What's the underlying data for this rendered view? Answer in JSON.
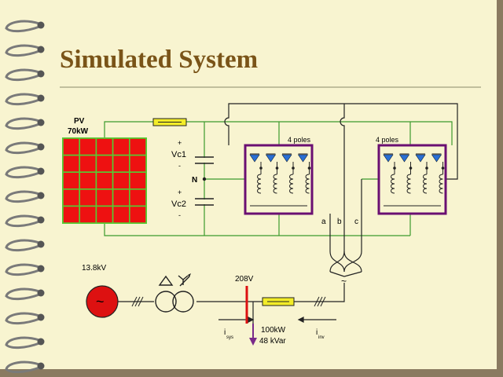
{
  "slide": {
    "title": "Simulated System",
    "colors": {
      "background": "#f8f4d0",
      "title": "#7a5418",
      "wire_green": "#3c9a2c",
      "wire_black": "#222222",
      "inverter_box": "#6a0f72",
      "pv_cell": "#ee1111",
      "generator": "#dd1111",
      "fuse": "#f2ec28",
      "current_arrow": "#7a2a8a"
    }
  },
  "pv": {
    "label_line1": "PV",
    "label_line2": "70kW"
  },
  "dc_bus": {
    "vc1_plus": "+",
    "vc1": "Vc1",
    "vc1_minus": "-",
    "neutral": "N",
    "vc2_plus": "+",
    "vc2": "Vc2",
    "vc2_minus": "-"
  },
  "inverters": [
    {
      "label": "4 poles"
    },
    {
      "label": "4 poles"
    }
  ],
  "phases": {
    "a": "a",
    "b": "b",
    "c": "c"
  },
  "ac_source": {
    "symbol": "~"
  },
  "grid": {
    "voltage_hv": "13.8kV",
    "voltage_lv": "208V",
    "generator_symbol": "~",
    "load_p": "100kW",
    "load_q": "48 kVar",
    "isys_main": "i",
    "isys_sub": "sys",
    "iinv_main": "i",
    "iinv_sub": "inv"
  }
}
